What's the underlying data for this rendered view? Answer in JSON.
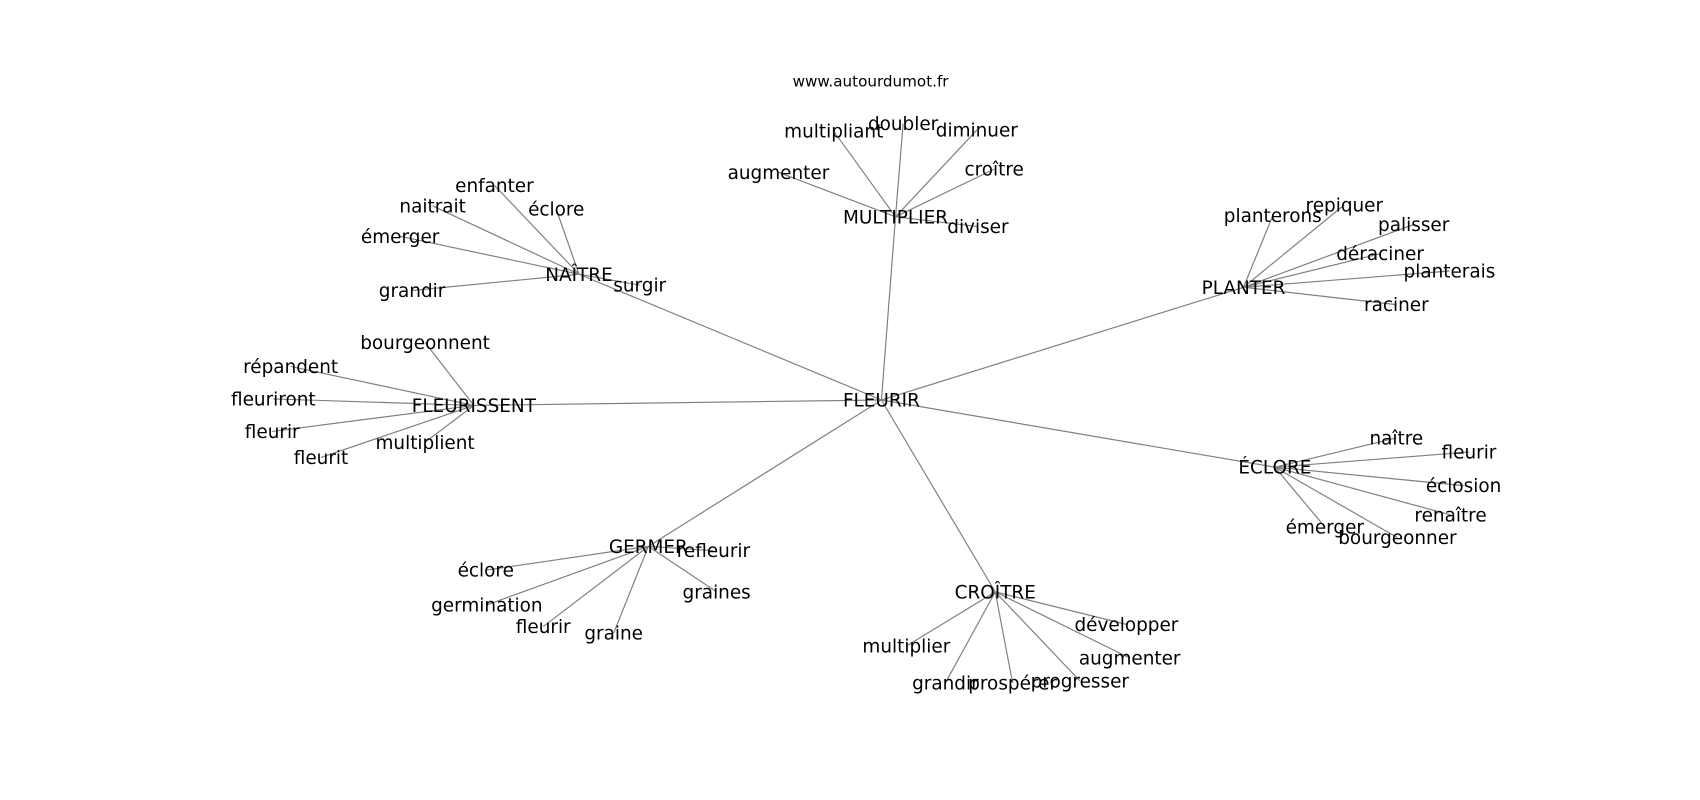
{
  "title": "www.autourdumot.fr",
  "center": "FLEURIR",
  "groups": [
    {
      "hub": "MULTIPLIER",
      "leaves": [
        "multipliant",
        "doubler",
        "diminuer",
        "croître",
        "augmenter",
        "diviser"
      ]
    },
    {
      "hub": "NAÎTRE",
      "leaves": [
        "enfanter",
        "naitrait",
        "éclore",
        "émerger",
        "grandir",
        "surgir"
      ]
    },
    {
      "hub": "PLANTER",
      "leaves": [
        "planterons",
        "repiquer",
        "palisser",
        "déraciner",
        "planterais",
        "raciner"
      ]
    },
    {
      "hub": "FLEURISSENT",
      "leaves": [
        "bourgeonnent",
        "répandent",
        "fleuriront",
        "fleurir",
        "fleurit",
        "multiplient"
      ]
    },
    {
      "hub": "ÉCLORE",
      "leaves": [
        "naître",
        "fleurir",
        "éclosion",
        "renaître",
        "émerger",
        "bourgeonner"
      ]
    },
    {
      "hub": "GERMER",
      "leaves": [
        "refleurir",
        "éclore",
        "germination",
        "fleurir",
        "graine",
        "graines"
      ]
    },
    {
      "hub": "CROÎTRE",
      "leaves": [
        "développer",
        "multiplier",
        "augmenter",
        "grandir",
        "prospérer",
        "progresser"
      ]
    }
  ]
}
